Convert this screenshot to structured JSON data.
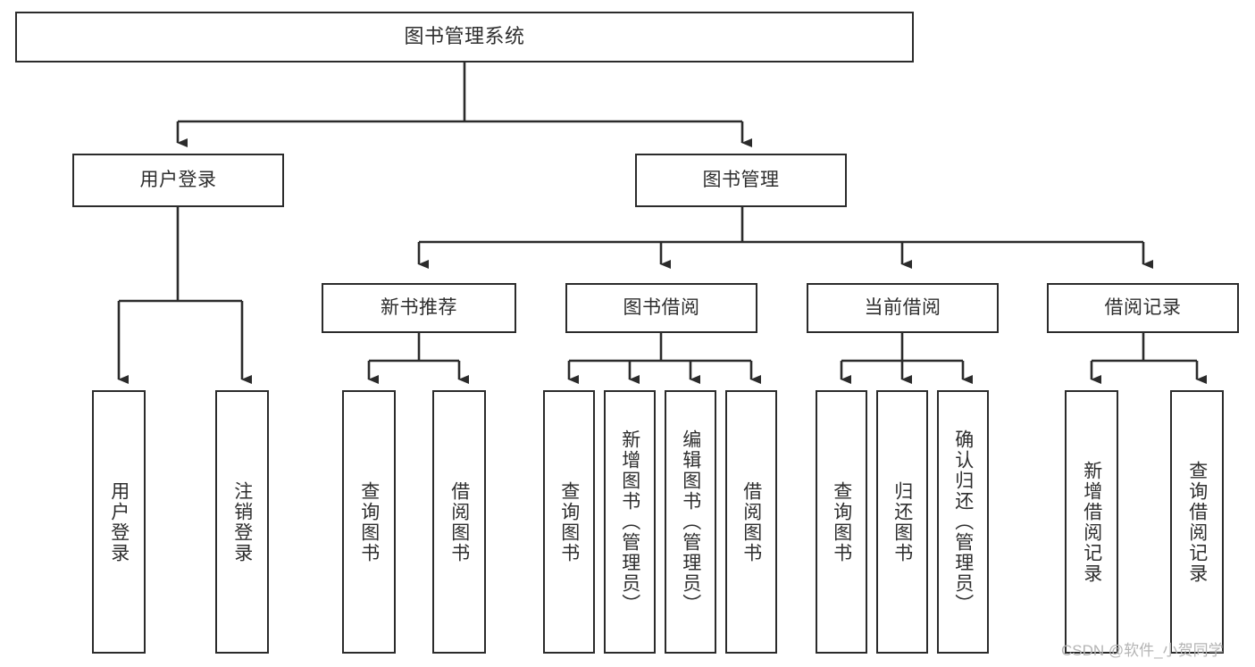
{
  "diagram": {
    "type": "tree",
    "title": "图书管理系统",
    "root": {
      "label": "图书管理系统"
    },
    "level2": [
      {
        "label": "用户登录"
      },
      {
        "label": "图书管理"
      }
    ],
    "level3": [
      {
        "label": "新书推荐"
      },
      {
        "label": "图书借阅"
      },
      {
        "label": "当前借阅"
      },
      {
        "label": "借阅记录"
      }
    ],
    "leaves": {
      "user_login": [
        {
          "label": "用户登录"
        },
        {
          "label": "注销登录"
        }
      ],
      "new_book": [
        {
          "label": "查询图书"
        },
        {
          "label": "借阅图书"
        }
      ],
      "book_borrow": [
        {
          "label": "查询图书"
        },
        {
          "label": "新增图书（管理员）"
        },
        {
          "label": "编辑图书（管理员）"
        },
        {
          "label": "借阅图书"
        }
      ],
      "current_borrow": [
        {
          "label": "查询图书"
        },
        {
          "label": "归还图书"
        },
        {
          "label": "确认归还（管理员）"
        }
      ],
      "borrow_record": [
        {
          "label": "新增借阅记录"
        },
        {
          "label": "查询借阅记录"
        }
      ]
    }
  },
  "watermark": {
    "text": "CSDN @软件_小贺同学"
  },
  "colors": {
    "border": "#2b2b2b",
    "text": "#2e2e2e",
    "background": "#ffffff",
    "watermark": "#b4b4b4"
  }
}
